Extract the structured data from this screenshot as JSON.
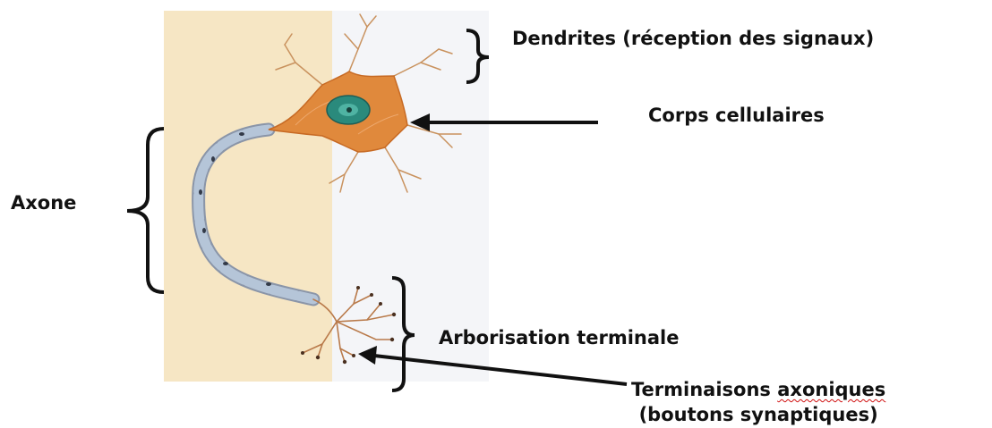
{
  "labels": {
    "dendrites": "Dendrites (réception des signaux)",
    "corps": "Corps cellulaires",
    "axone": "Axone",
    "arborisation": "Arborisation terminale",
    "terminaisons_word": "Terminaisons",
    "terminaisons_misspelled": "axoniques",
    "terminaisons_line2": "(boutons synaptiques)"
  },
  "colors": {
    "background_panel": "#f6e6c4",
    "background_right": "#f4f5f8",
    "cell_body": "#e0893c",
    "nucleus": "#2a8a7c",
    "myelin": "#b5c5d8",
    "ink": "#111111",
    "spellcheck_underline": "#d01010"
  }
}
